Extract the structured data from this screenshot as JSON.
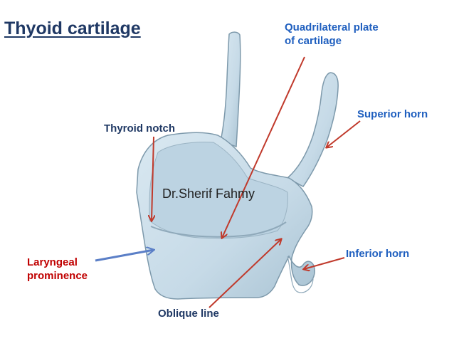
{
  "title": "Thyoid cartilage",
  "credit": "Dr.Sherif Fahmy",
  "labels": {
    "quadrilateral_plate": {
      "line1": "Quadrilateral plate",
      "line2": "of cartilage"
    },
    "superior_horn": "Superior horn",
    "thyroid_notch": "Thyroid notch",
    "laryngeal_prominence": {
      "line1": "Laryngeal",
      "line2": "prominence"
    },
    "inferior_horn": "Inferior horn",
    "oblique_line": "Oblique line"
  },
  "colors": {
    "title": "#1f3864",
    "label_blue": "#1f5fbf",
    "label_navy": "#1f3864",
    "label_red": "#c00000",
    "arrow_red": "#c0392b",
    "arrow_blue": "#5b7fc7",
    "cartilage_fill": "#c9dde9",
    "cartilage_stroke": "#7d99ab"
  }
}
